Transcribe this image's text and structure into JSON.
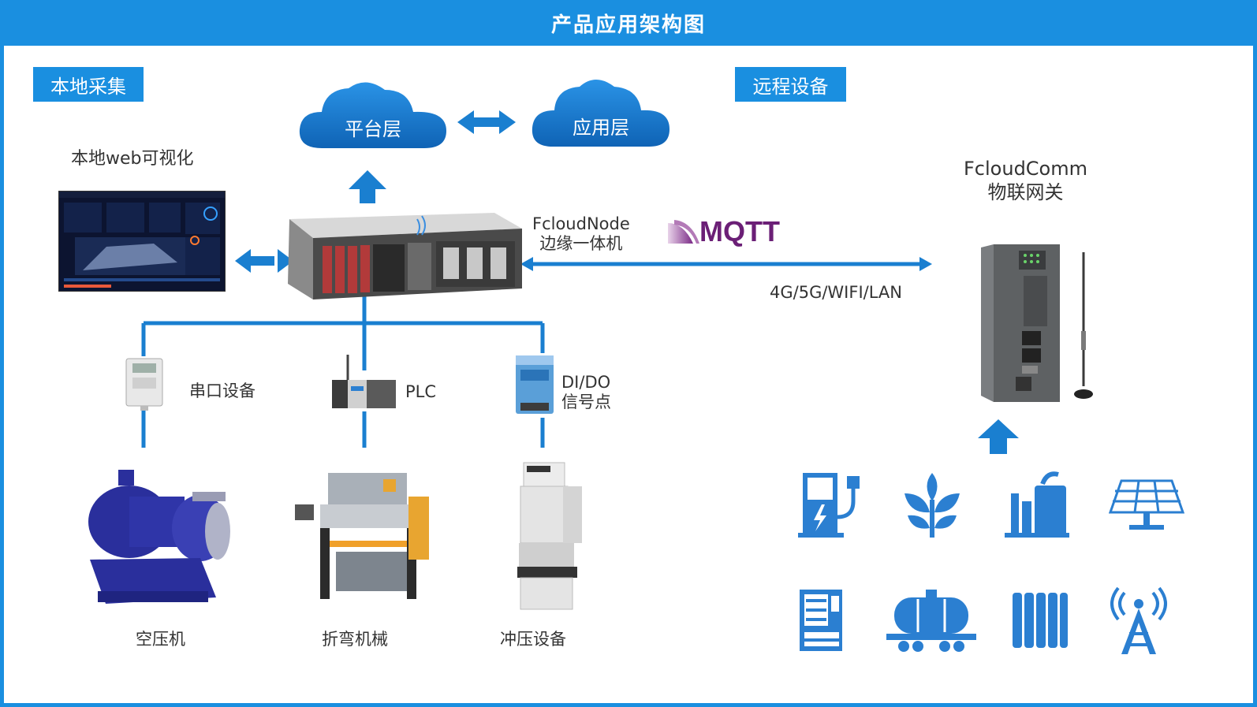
{
  "title": "产品应用架构图",
  "tags": {
    "local": "本地采集",
    "remote": "远程设备"
  },
  "clouds": {
    "platform": "平台层",
    "application": "应用层"
  },
  "local_web": "本地web可视化",
  "node": {
    "line1": "FcloudNode",
    "line2": "边缘一体机"
  },
  "mqtt": "MQTT",
  "network": "4G/5G/WIFI/LAN",
  "gateway": {
    "line1": "FcloudComm",
    "line2": "物联网关"
  },
  "devices": {
    "serial": "串口设备",
    "plc": "PLC",
    "dido_1": "DI/DO",
    "dido_2": "信号点"
  },
  "machines": {
    "compressor": "空压机",
    "press_brake": "折弯机械",
    "punch": "冲压设备"
  },
  "remote_icons": [
    "ev-charger-icon",
    "plant-icon",
    "factory-icon",
    "solar-panel-icon",
    "vending-machine-icon",
    "tank-car-icon",
    "radiator-icon",
    "signal-tower-icon"
  ],
  "colors": {
    "brand": "#1a8fe0",
    "icon_blue": "#2b7fd1",
    "line_blue": "#1a7fd0"
  }
}
